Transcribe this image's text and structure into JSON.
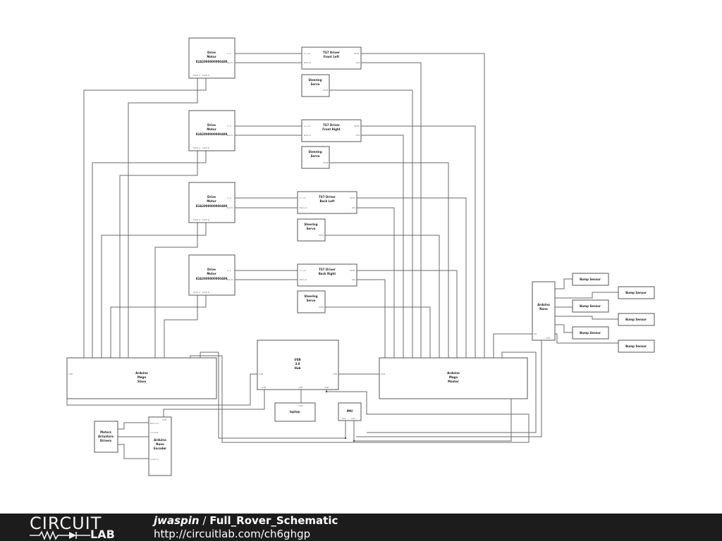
{
  "schematic": {
    "motors": [
      {
        "l1": "Drive",
        "l2": "Motor",
        "l3": "82A2000000000489",
        "p1": "In A",
        "p2": "Bat B",
        "p3": "PWR A",
        "p4": "PWR B"
      },
      {
        "l1": "Drive",
        "l2": "Motor",
        "l3": "82A2000000000489",
        "p1": "In A",
        "p2": "Bat B",
        "p3": "PWR A",
        "p4": "PWR B"
      },
      {
        "l1": "Drive",
        "l2": "Motor",
        "l3": "82A2000000000489",
        "p1": "In A",
        "p2": "Bat B",
        "p3": "PWR A",
        "p4": "PWR B"
      },
      {
        "l1": "Drive",
        "l2": "Motor",
        "l3": "82A2000000000489",
        "p1": "In A",
        "p2": "Bat B",
        "p3": "PWR A",
        "p4": "PWR B"
      }
    ],
    "drivers": [
      {
        "l1": "TS7 Driver",
        "l2": "Front Left",
        "p1": "In out",
        "p2": "Batout",
        "p3": "PWM",
        "p4": "DIR"
      },
      {
        "l1": "TS7 Driver",
        "l2": "Front Right",
        "p1": "In out",
        "p2": "Batout",
        "p3": "PWM",
        "p4": "DIR"
      },
      {
        "l1": "TS7 Driver",
        "l2": "Back Left",
        "p1": "In out",
        "p2": "Batout",
        "p3": "PWM",
        "p4": "DIR"
      },
      {
        "l1": "TS7 Driver",
        "l2": "Back Right",
        "p1": "In out",
        "p2": "Batout",
        "p3": "PWM",
        "p4": "DIR"
      }
    ],
    "servos": [
      {
        "l1": "Steering",
        "l2": "Servo",
        "p": "PWM"
      },
      {
        "l1": "Steering",
        "l2": "Servo",
        "p": "PWM"
      },
      {
        "l1": "Steering",
        "l2": "Servo",
        "p": "PWM"
      },
      {
        "l1": "Steering",
        "l2": "Servo",
        "p": "PWM"
      }
    ],
    "bump_sensors": [
      "Bump Sensor",
      "Bump Sensor",
      "Bump Sensor",
      "Bump Sensor",
      "Bump Sensor",
      "Bump Sensor"
    ],
    "nano_sensor": {
      "l1": "Arduino",
      "l2": "Nano",
      "p_left": "D6",
      "p_bottom": "USB"
    },
    "usb_hub": {
      "l1": "USB",
      "l2": "3.0",
      "l3": "Hub",
      "p1": "USB",
      "p2": "USB",
      "p3": "USB",
      "p4": "USB",
      "p5": "USB"
    },
    "mega_slave": {
      "l1": "Arduino",
      "l2": "Mega",
      "l3": "Slave",
      "p_left": "USB"
    },
    "mega_master": {
      "l1": "Arduino",
      "l2": "Mega",
      "l3": "Master",
      "p_left": "USB"
    },
    "laptop": {
      "label": "laptop",
      "p": "USB"
    },
    "imu": {
      "label": "IMU",
      "p1": "SDA",
      "p2": "SCL"
    },
    "nano_encoder": {
      "l1": "Arduino",
      "l2": "Nano",
      "l3": "Encoder",
      "p1": "Bat Low",
      "p2": "Contact",
      "p3": "Linear P",
      "p_top": "USB"
    },
    "motors_box": {
      "l1": "Motors",
      "l2": "Actuators",
      "l3": "Drivers"
    }
  },
  "footer": {
    "logo_top": "CIRCUIT",
    "logo_bottom": "LAB",
    "user": "jwaspin",
    "separator": " / ",
    "title": "Full_Rover_Schematic",
    "url": "http://circuitlab.com/ch6ghgp"
  }
}
